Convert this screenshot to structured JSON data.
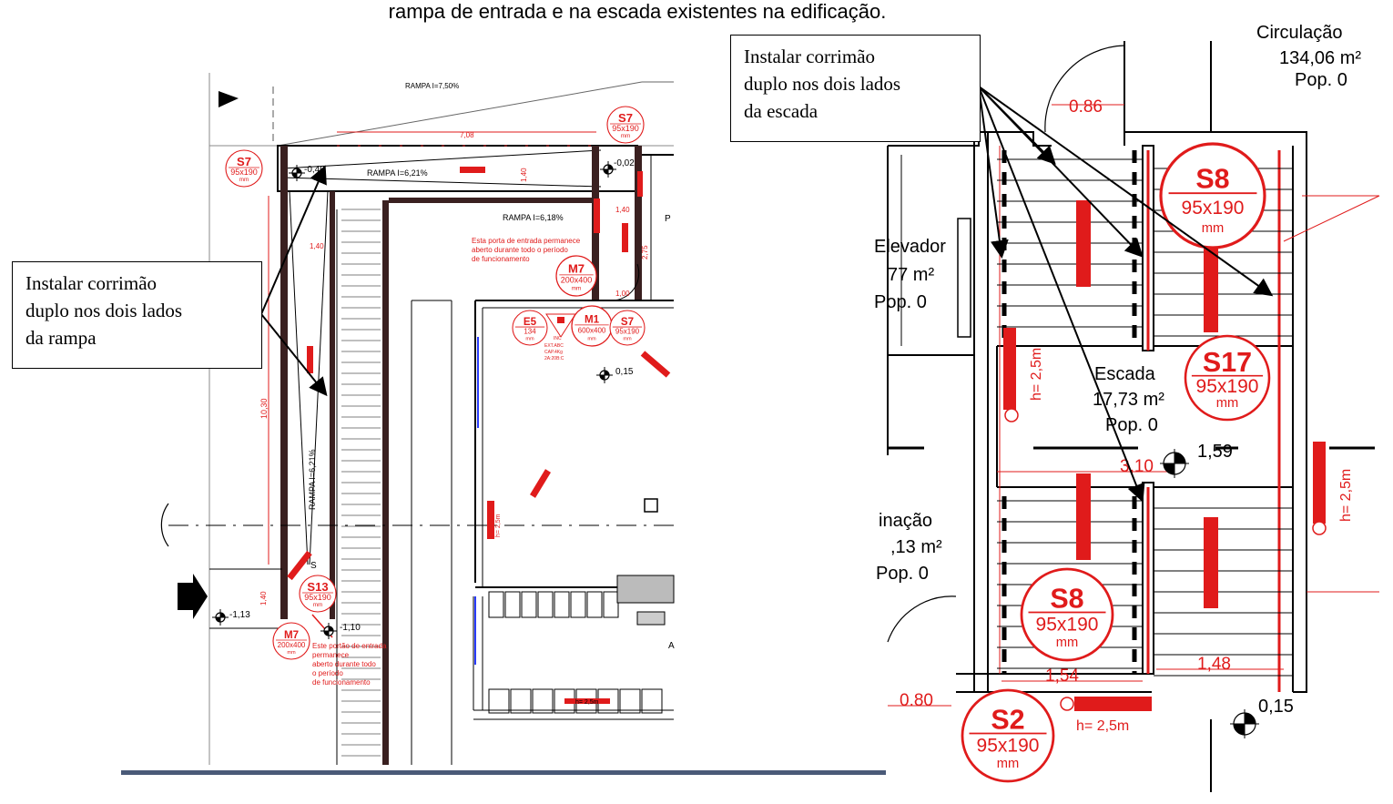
{
  "caption": "rampa de entrada e na escada existentes na edificação.",
  "notes": {
    "ramp": [
      "Instalar corrimão",
      "duplo nos dois lados",
      "da rampa"
    ],
    "stair": [
      "Instalar corrimão",
      "duplo nos dois lados",
      "da escada"
    ]
  },
  "left_plan": {
    "ramp_labels": [
      "RAMPA I=7,50%",
      "RAMPA I=6,21%",
      "RAMPA I=6,18%",
      "RAMPA I=6,21%"
    ],
    "dims": [
      "7,08",
      "1,40",
      "1,40",
      "2,75",
      "1,40",
      "10,30",
      "1,40",
      "1,00"
    ],
    "levels": [
      "-0,40",
      "-0,02",
      "0,15",
      "-1,13",
      "-1,10"
    ],
    "door_note_1": [
      "Esta porta de entrada permanece",
      "aberto durante todo o período",
      "de funcionamento"
    ],
    "door_note_2": [
      "Este portão de entrada",
      "permanece",
      "aberto durante todo",
      "o período",
      "de funcionamento"
    ],
    "signs": [
      {
        "code": "S7",
        "size": "95x190",
        "unit": "mm"
      },
      {
        "code": "S7",
        "size": "95x190",
        "unit": "mm"
      },
      {
        "code": "M7",
        "size": "200x400",
        "unit": "mm"
      },
      {
        "code": "E5",
        "size": "134",
        "unit": "mm"
      },
      {
        "code": "M1",
        "size": "600x400",
        "unit": "mm"
      },
      {
        "code": "S7",
        "size": "95x190",
        "unit": "mm"
      },
      {
        "code": "S13",
        "size": "95x190",
        "unit": "mm"
      },
      {
        "code": "M7",
        "size": "200x400",
        "unit": "mm"
      }
    ],
    "extinguisher_text": [
      "INC",
      "EXT.ABC",
      "CAP.4Kg",
      "2A:20B:C"
    ],
    "height_label": "h= 2,5m",
    "small_letters": [
      "S",
      "P",
      "A"
    ]
  },
  "right_plan": {
    "rooms": [
      {
        "name": "Circulação",
        "area": "134,06 m²",
        "pop": "Pop. 0"
      },
      {
        "name": "Elevador",
        "area": "77 m²",
        "pop": "Pop. 0"
      },
      {
        "name": "Escada",
        "area": "17,73 m²",
        "pop": "Pop. 0"
      },
      {
        "name": "inação",
        "area": ",13 m²",
        "pop": "Pop. 0"
      }
    ],
    "dims": [
      "0.86",
      "3,10",
      "1,54",
      "1,48",
      "0.80"
    ],
    "levels": [
      "1,59",
      "0,15"
    ],
    "signs": [
      {
        "code": "S8",
        "size": "95x190",
        "unit": "mm"
      },
      {
        "code": "S17",
        "size": "95x190",
        "unit": "mm"
      },
      {
        "code": "S8",
        "size": "95x190",
        "unit": "mm"
      },
      {
        "code": "S2",
        "size": "95x190",
        "unit": "mm"
      }
    ],
    "height_label": "h= 2,5m"
  },
  "colors": {
    "red": "#e01b1b",
    "wall": "#000000",
    "hatch": "#555555",
    "accent_bar": "#4a5a78"
  }
}
